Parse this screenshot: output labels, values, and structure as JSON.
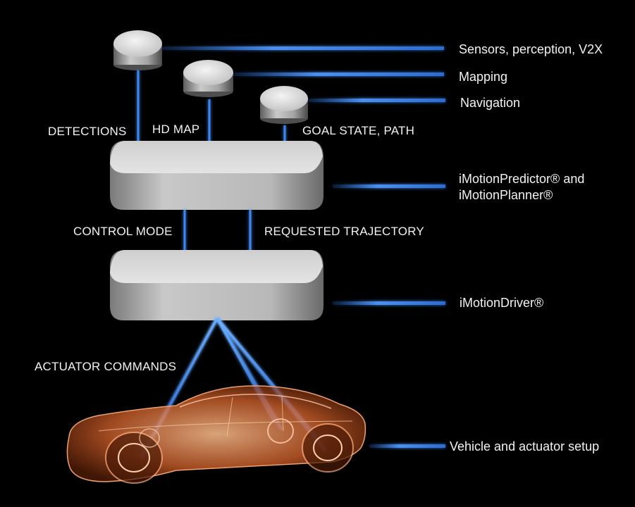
{
  "colors": {
    "background": "#000000",
    "arrow": "#3a7fe0",
    "glow": "#5aa0ff",
    "box_top": "#d6d6d6",
    "box_side": "#9a9a9a",
    "vehicle": "#e07a40"
  },
  "sources": [
    {
      "label": "Sensors, perception, V2X"
    },
    {
      "label": "Mapping"
    },
    {
      "label": "Navigation"
    }
  ],
  "inputs": {
    "detections": "DETECTIONS",
    "hd_map": "HD MAP",
    "goal_state": "GOAL STATE, PATH"
  },
  "planner": {
    "line1": "iMotionPredictor® and",
    "line2": "iMotionPlanner®"
  },
  "outputs": {
    "control_mode": "CONTROL MODE",
    "requested_trajectory": "REQUESTED TRAJECTORY"
  },
  "driver": {
    "label": "iMotionDriver®"
  },
  "actuator": {
    "commands": "ACTUATOR COMMANDS"
  },
  "vehicle": {
    "label": "Vehicle  and actuator setup"
  }
}
